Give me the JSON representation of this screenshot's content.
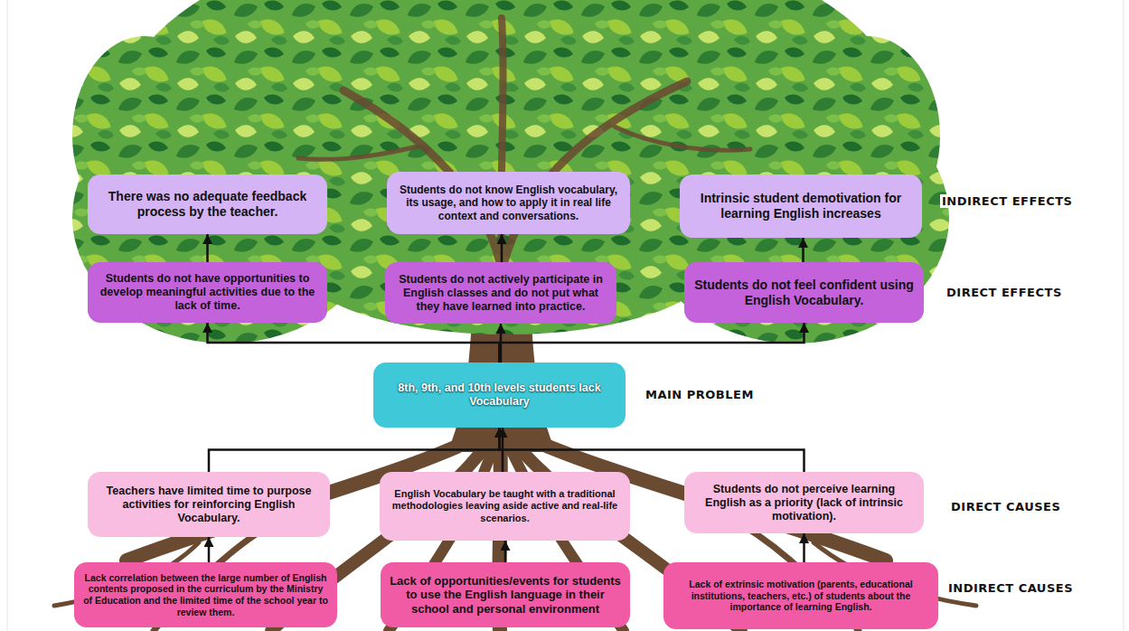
{
  "diagram": {
    "nodes": [
      {
        "text": [
          "There was no adequate feedback process by the teacher."
        ]
      },
      {
        "text": [
          "Students do not know English vocabulary, its usage, and how to apply it in real life context and conversations."
        ]
      },
      {
        "text": [
          "Intrinsic student demotivation for learning English increases"
        ]
      },
      {
        "text": [
          "Students do not have opportunities to develop meaningful activities due to the lack of time."
        ]
      },
      {
        "text": [
          "Students do not actively participate in English classes and do not put what they have learned into practice."
        ]
      },
      {
        "text": [
          "Students do not feel confident using English Vocabulary."
        ]
      },
      {
        "text": [
          "8th, 9th, and 10th levels students lack Vocabulary"
        ]
      },
      {
        "text": [
          "Teachers have limited time to purpose activities for reinforcing English Vocabulary."
        ]
      },
      {
        "text": [
          "English Vocabulary be taught with a traditional methodologies leaving aside active and real-life scenarios."
        ]
      },
      {
        "text": [
          "Students do not perceive learning English as a priority (lack of intrinsic motivation)."
        ]
      },
      {
        "text": [
          "Lack correlation between the large number of English contents proposed in the curriculum by the Ministry of Education and the limited time of the school year to review them."
        ]
      },
      {
        "text": [
          "Lack of opportunities/events for students to use the English language in their school and personal environment"
        ]
      },
      {
        "text": [
          "Lack of extrinsic motivation (parents, educational institutions, teachers, etc.) of students about the importance of learning English."
        ]
      }
    ],
    "edges": [
      {
        "from": 3,
        "to": 0,
        "arrow": "to"
      },
      {
        "from": 4,
        "to": 1,
        "arrow": "to"
      },
      {
        "from": 5,
        "to": 2,
        "arrow": "to"
      },
      {
        "from": 6,
        "to": 3,
        "arrow": "to"
      },
      {
        "from": 6,
        "to": 4,
        "arrow": "to"
      },
      {
        "from": 6,
        "to": 5,
        "arrow": "to"
      },
      {
        "from": 7,
        "to": 6,
        "arrow": "to"
      },
      {
        "from": 8,
        "to": 6,
        "arrow": "to"
      },
      {
        "from": 9,
        "to": 6,
        "arrow": "to"
      },
      {
        "from": 10,
        "to": 7,
        "arrow": "to"
      },
      {
        "from": 11,
        "to": 8,
        "arrow": "to"
      },
      {
        "from": 12,
        "to": 9,
        "arrow": "to"
      }
    ],
    "labels": [
      "INDIRECT EFFECTS",
      "DIRECT EFFECTS",
      "MAIN PROBLEM",
      "DIRECT CAUSES",
      "INDIRECT CAUSES"
    ]
  }
}
